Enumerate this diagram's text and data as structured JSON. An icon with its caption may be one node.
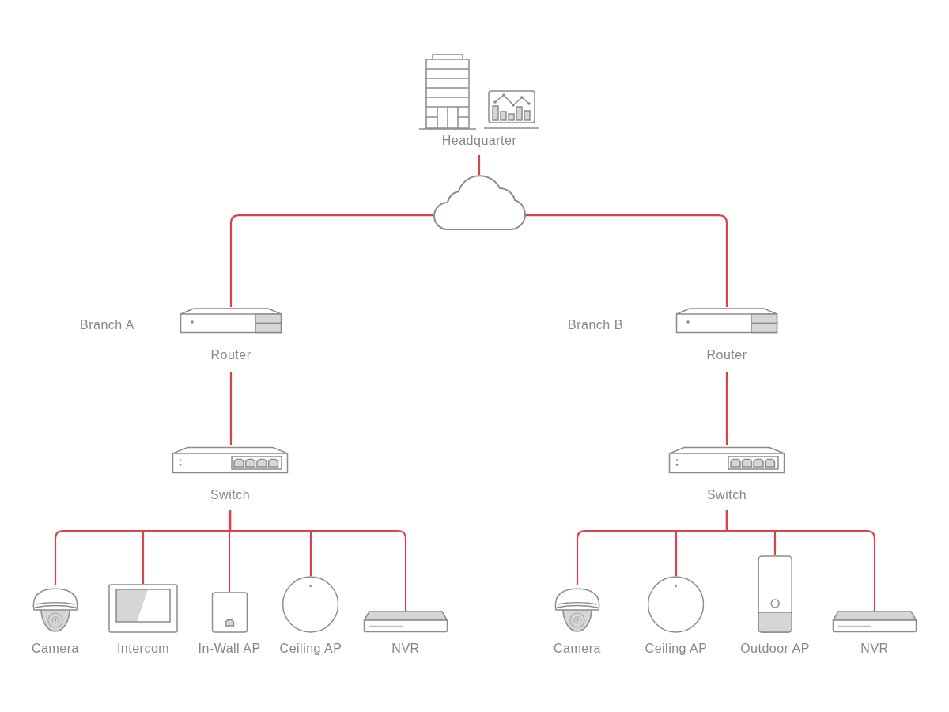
{
  "diagram": {
    "nodes": [
      {
        "text": [
          "Headquarter"
        ]
      },
      {
        "text": [],
        "shape": "cloud"
      },
      {
        "text": [
          "Router"
        ]
      },
      {
        "text": [
          "Switch"
        ]
      },
      {
        "text": [
          "Camera"
        ]
      },
      {
        "text": [
          "Intercom"
        ]
      },
      {
        "text": [
          "In-Wall AP"
        ]
      },
      {
        "text": [
          "Ceiling AP"
        ]
      },
      {
        "text": [
          "NVR"
        ]
      },
      {
        "text": [
          "Router"
        ]
      },
      {
        "text": [
          "Switch"
        ]
      },
      {
        "text": [
          "Camera"
        ]
      },
      {
        "text": [
          "Ceiling AP"
        ]
      },
      {
        "text": [
          "Outdoor AP"
        ]
      },
      {
        "text": [
          "NVR"
        ]
      }
    ],
    "edges": [
      {
        "from": 0,
        "to": 1,
        "arrow": "none"
      },
      {
        "from": 1,
        "to": 2,
        "arrow": "none"
      },
      {
        "from": 1,
        "to": 9,
        "arrow": "none"
      },
      {
        "from": 2,
        "to": 3,
        "arrow": "none"
      },
      {
        "from": 3,
        "to": 4,
        "arrow": "none"
      },
      {
        "from": 3,
        "to": 5,
        "arrow": "none"
      },
      {
        "from": 3,
        "to": 6,
        "arrow": "none"
      },
      {
        "from": 3,
        "to": 7,
        "arrow": "none"
      },
      {
        "from": 3,
        "to": 8,
        "arrow": "none"
      },
      {
        "from": 9,
        "to": 10,
        "arrow": "none"
      },
      {
        "from": 10,
        "to": 11,
        "arrow": "none"
      },
      {
        "from": 10,
        "to": 12,
        "arrow": "none"
      },
      {
        "from": 10,
        "to": 13,
        "arrow": "none"
      },
      {
        "from": 10,
        "to": 14,
        "arrow": "none"
      }
    ],
    "labels": [
      "Branch A",
      "Branch B"
    ]
  }
}
